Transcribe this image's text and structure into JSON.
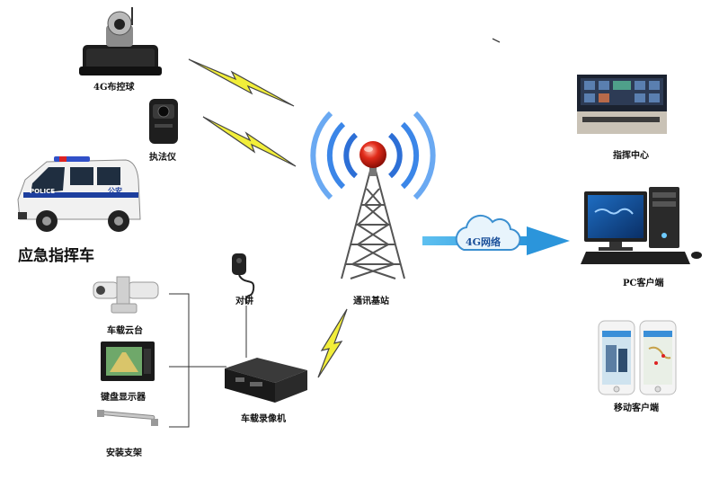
{
  "labels": {
    "ptz_4g": "4G布控球",
    "body_cam": "执法仪",
    "vehicle": "应急指挥车",
    "intercom": "对讲",
    "base_station": "通讯基站",
    "network": "4G网络",
    "command_center": "指挥中心",
    "pc_client": "PC客户端",
    "mobile_client": "移动客户端",
    "vehicle_ptz": "车载云台",
    "keyboard_display": "键盘显示器",
    "mount_bracket": "安装支架",
    "vehicle_recorder": "车载录像机"
  },
  "van_text": {
    "police": "POLICE",
    "gongan": "公安"
  },
  "colors": {
    "signal_ring": "#2d6fd6",
    "tower_ball": "#e12b1a",
    "arrow_blue": "#39a8e6",
    "lightning_yellow": "#f2ee3a"
  }
}
